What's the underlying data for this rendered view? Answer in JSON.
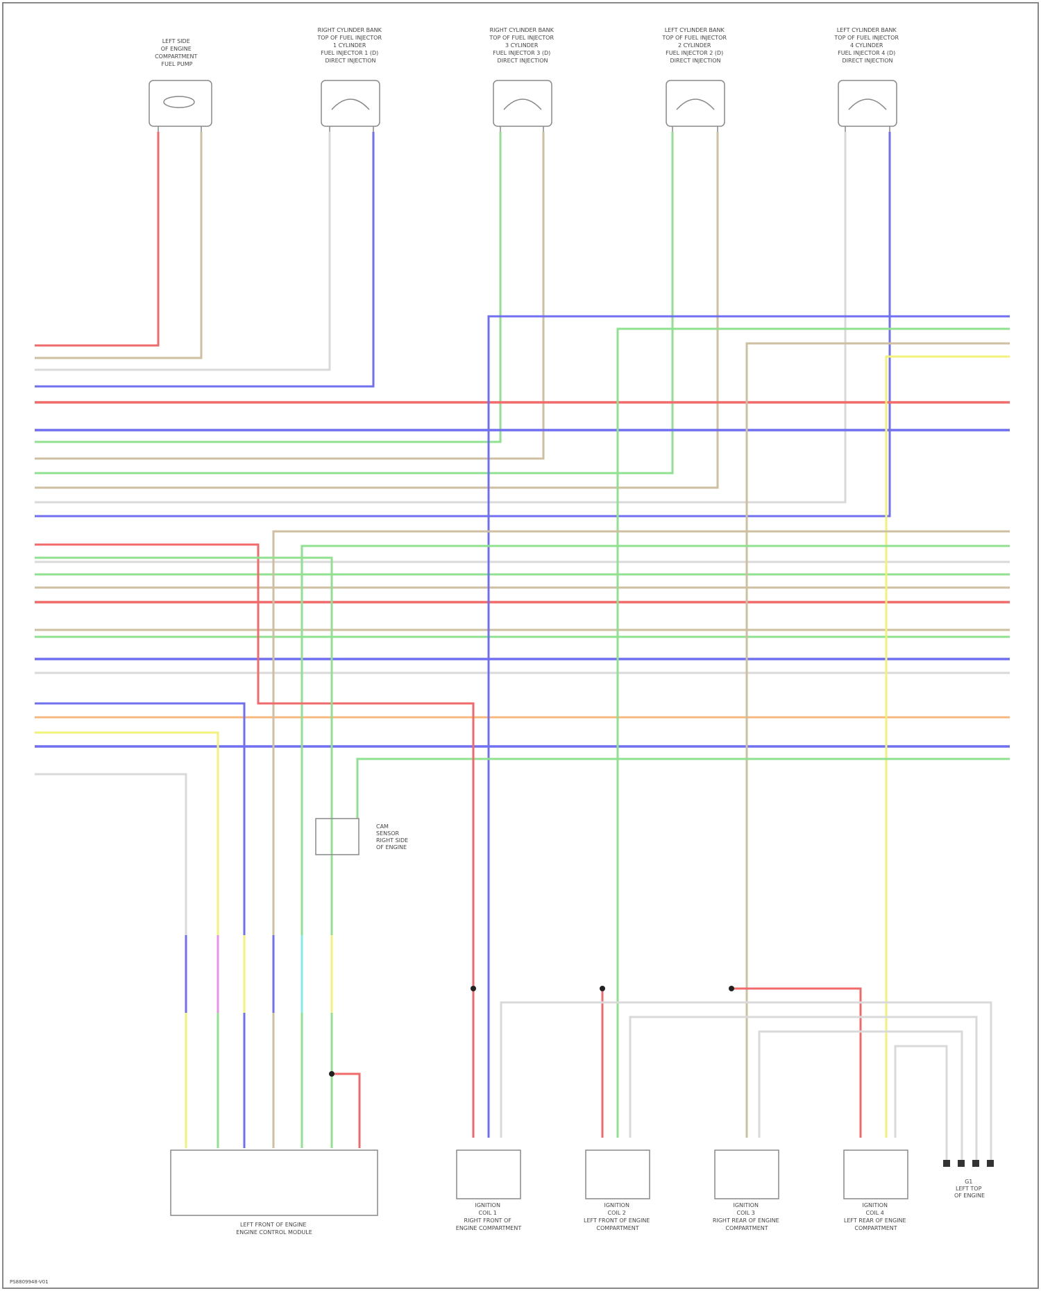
{
  "colors": {
    "red": "#f06a6a",
    "blue": "#6f6ff0",
    "green": "#8fe08f",
    "tan": "#cdbf9f",
    "gray": "#d9d9d9",
    "yellow": "#f2f27a",
    "orange": "#f5b980",
    "pink": "#e890e8",
    "cyan": "#7fe8f0",
    "border": "#888888"
  },
  "top_components": [
    {
      "id": "c1",
      "lines": [
        "LEFT SIDE",
        "OF ENGINE",
        "COMPARTMENT",
        "FUEL PUMP"
      ]
    },
    {
      "id": "c2",
      "lines": [
        "RIGHT CYLINDER BANK",
        "TOP OF FUEL INJECTOR",
        "1 CYLINDER",
        "FUEL INJECTOR 1 (D)",
        "DIRECT INJECTION"
      ]
    },
    {
      "id": "c3",
      "lines": [
        "RIGHT CYLINDER BANK",
        "TOP OF FUEL INJECTOR",
        "3 CYLINDER",
        "FUEL INJECTOR 3 (D)",
        "DIRECT INJECTION"
      ]
    },
    {
      "id": "c4",
      "lines": [
        "LEFT CYLINDER BANK",
        "TOP OF FUEL INJECTOR",
        "2 CYLINDER",
        "FUEL INJECTOR 2 (D)",
        "DIRECT INJECTION"
      ]
    },
    {
      "id": "c5",
      "lines": [
        "LEFT CYLINDER BANK",
        "TOP OF FUEL INJECTOR",
        "4 CYLINDER",
        "FUEL INJECTOR 4 (D)",
        "DIRECT INJECTION"
      ]
    }
  ],
  "module": {
    "lines": [
      "LEFT FRONT OF ENGINE",
      "ENGINE CONTROL MODULE"
    ]
  },
  "coils": [
    {
      "id": "coil1",
      "lines": [
        "IGNITION",
        "COIL 1",
        "RIGHT FRONT OF",
        "ENGINE COMPARTMENT"
      ]
    },
    {
      "id": "coil2",
      "lines": [
        "IGNITION",
        "COIL 2",
        "LEFT FRONT OF ENGINE",
        "COMPARTMENT"
      ]
    },
    {
      "id": "coil3",
      "lines": [
        "IGNITION",
        "COIL 3",
        "RIGHT REAR OF ENGINE",
        "COMPARTMENT"
      ]
    },
    {
      "id": "coil4",
      "lines": [
        "IGNITION",
        "COIL 4",
        "LEFT REAR OF ENGINE",
        "COMPARTMENT"
      ]
    }
  ],
  "ground": {
    "lines": [
      "G1",
      "LEFT TOP",
      "OF ENGINE"
    ]
  },
  "sensor": {
    "lines": [
      "CAM",
      "SENSOR",
      "RIGHT SIDE",
      "OF ENGINE"
    ]
  },
  "footer": "PS8809948-V01"
}
